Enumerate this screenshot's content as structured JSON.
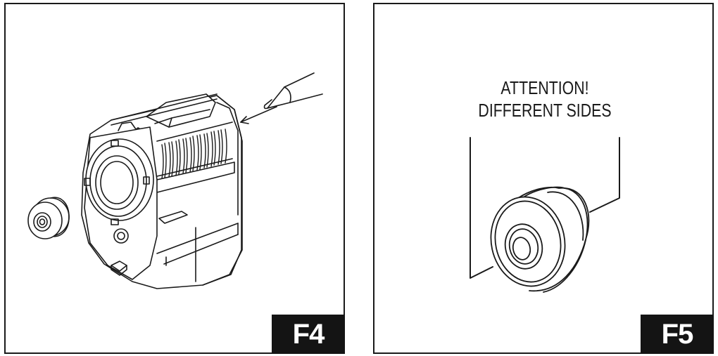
{
  "figures": [
    {
      "label": "F4"
    },
    {
      "label": "F5",
      "note_lines": [
        "ATTENTION!",
        "DIFFERENT SIDES"
      ]
    }
  ]
}
